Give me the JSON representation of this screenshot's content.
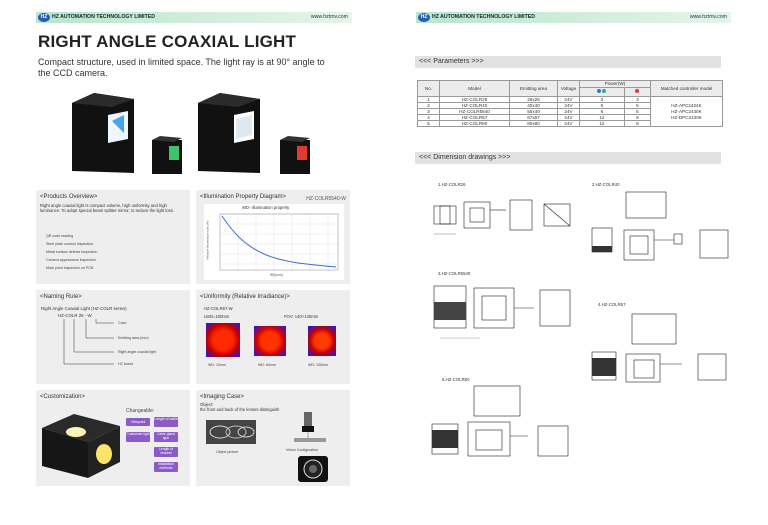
{
  "left_page": {
    "header": {
      "company": "HZ AUTOMATION TECHNOLOGY LIMITED",
      "url": "www.hztmv.com",
      "logo": "HZ"
    },
    "title": "RIGHT ANGLE COAXIAL LIGHT",
    "subtitle": "Compact structure, used in limited space. The light ray is at 90° angle to the CCD camera.",
    "overview": {
      "heading": "<Products Overview>",
      "body": "Right angle coaxial light is compact volume, high uniformity and high luminance. To adopt special beam splitter mirror, to reduce the light loss.",
      "bullets": [
        "QR code reading",
        "Steel plate contour inspection",
        "Metal surface defects inspection",
        "Camera appearance inspection",
        "Mark point inspection on PCB"
      ]
    },
    "illumination": {
      "heading": "<Illumination Property Diagram>",
      "model": "HZ-COLR5540-W",
      "chart_title": "WD- Illumination property",
      "ylabel": "Relative Illumination ratio (%)",
      "xlabel": "WD(mm)"
    },
    "naming": {
      "heading": "<Naming Rule>",
      "line1": "Right Angle Coaxial Light (HZ-COLR series)",
      "code": "HZ-COLR 26 - W",
      "labels": [
        "Color",
        "Emitting area (mm)",
        "Right angle coaxial light",
        "HZ brand"
      ]
    },
    "uniformity": {
      "heading": "<Uniformity (Relative Irradiance)>",
      "model": "HZ-COLR67-W",
      "left_note": "LWD=100mm",
      "right_note": "FOV: 140×140mm",
      "captions": [
        "WD: 10mm",
        "WD: 60mm",
        "WD: 100mm"
      ]
    },
    "customization": {
      "heading": "<Customization>",
      "changeable": "Changeable:",
      "tags": [
        "Viewpoint",
        "Length of cable",
        "Customize light",
        "Cable gland type",
        "Length of bracket",
        "Installation methods"
      ]
    },
    "imaging": {
      "heading": "<Imaging Case>",
      "object_label": "Object:",
      "object_desc": "the front and back of the lenses distinguish",
      "captions": [
        "Object picture",
        "Vision Configuration"
      ]
    }
  },
  "right_page": {
    "header": {
      "company": "HZ AUTOMATION TECHNOLOGY LIMITED",
      "url": "www.hztmv.com",
      "logo": "HZ"
    },
    "parameters_heading": "<<<  Parameters  >>>",
    "table": {
      "headers": [
        "No.",
        "Model",
        "Emitting area",
        "Voltage",
        "Power(W)",
        "Matched controller model"
      ],
      "rows": [
        [
          "1",
          "HZ-COLR26",
          "26x26",
          "24V",
          "3",
          "3"
        ],
        [
          "2",
          "HZ-COLR40",
          "40x40",
          "24V",
          "6",
          "5"
        ],
        [
          "3",
          "HZ-COLR5540",
          "55x40",
          "24V",
          "6",
          "5"
        ],
        [
          "4",
          "HZ-COLR67",
          "67x67",
          "24V",
          "12",
          "8"
        ],
        [
          "5",
          "HZ-COLR80",
          "80x80",
          "24V",
          "12",
          "8"
        ]
      ],
      "controllers": [
        "HZ-APC2424K",
        "HZ-APC2430K",
        "HZ-DPC2430K"
      ]
    },
    "dimension_heading": "<<<  Dimension drawings  >>>",
    "drawings": [
      "1.HZ-COLR26",
      "2.HZ-COLR40",
      "3.HZ-COLR5540",
      "4.HZ-COLR67",
      "5.HZ-COLR80"
    ],
    "colors": {
      "header_band": "#c6ebd3",
      "blue_tag": "#5b86d6",
      "purple_tag": "#8c5bc8"
    }
  }
}
